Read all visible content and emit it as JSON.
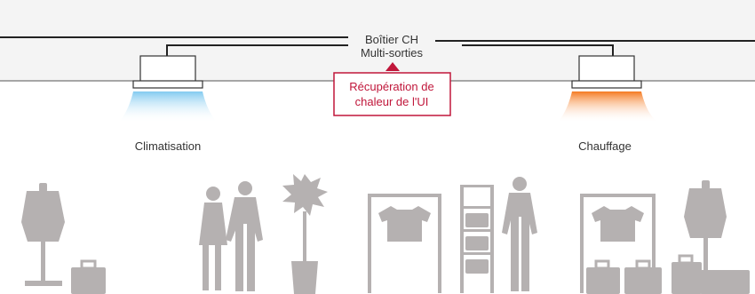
{
  "ceiling": {
    "box_label_line1": "Boîtier CH",
    "box_label_line2": "Multi-sorties"
  },
  "units": {
    "cooling_label": "Climatisation",
    "heating_label": "Chauffage"
  },
  "callout": {
    "line1": "Récupération de",
    "line2": "chaleur de l'UI",
    "color": "#c0163a"
  },
  "colors": {
    "ceiling_fill": "#f4f4f4",
    "pipe": "#222222",
    "cool_air": "#7cc8ef",
    "warm_air": "#f57b22",
    "silhouette": "#b5b1b1"
  },
  "icons": [
    "mannequin-icon",
    "suitcase-icon",
    "couple-icon",
    "potted-tree-icon",
    "clothes-rack-icon",
    "shelf-icon",
    "person-icon",
    "mannequin-icon"
  ]
}
